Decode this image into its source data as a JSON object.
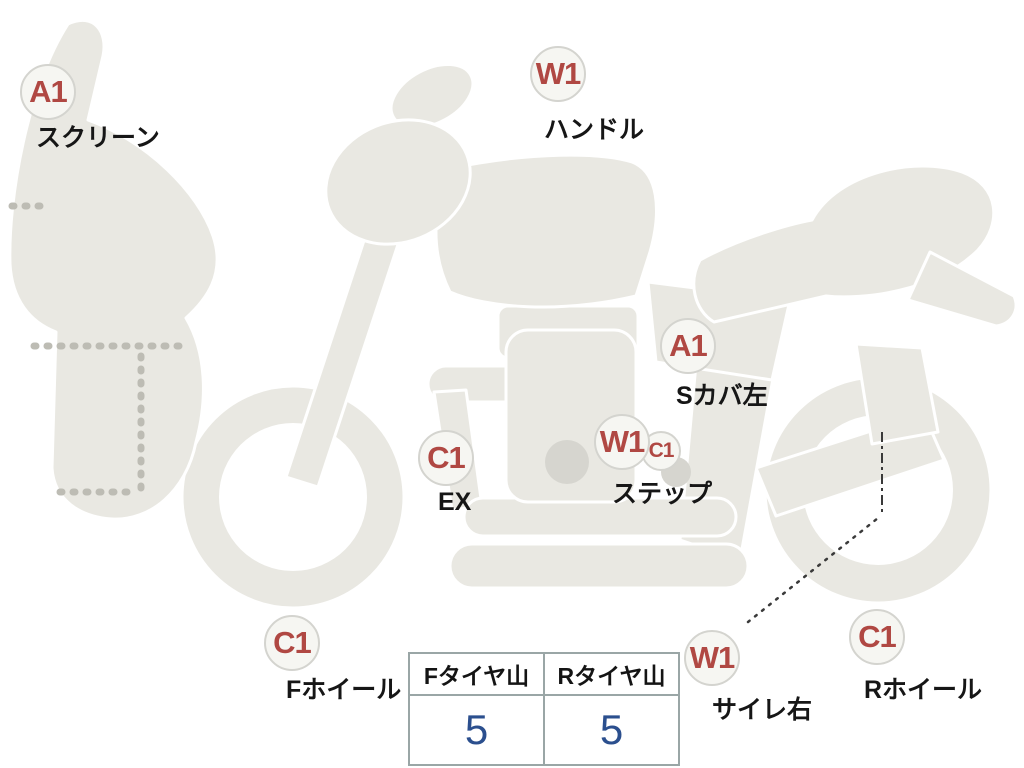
{
  "diagram": {
    "name": "motorcycle-condition-diagram"
  },
  "colors": {
    "background": "#ffffff",
    "body_fill": "#e9e8e2",
    "body_detail": "#d6d5cf",
    "marker_code_text": "#b04843",
    "marker_fill": "#f6f6f2",
    "marker_border": "#d4d4cf",
    "label_text": "#161616",
    "table_border": "#9aa6a6",
    "table_value_text": "#2b4f8e"
  },
  "markers": [
    {
      "code": "A1",
      "label": "スクリーン"
    },
    {
      "code": "W1",
      "label": "ハンドル"
    },
    {
      "code": "A1",
      "label": "Sカバ左"
    },
    {
      "code": "C1",
      "label": "EX"
    },
    {
      "code": "W1",
      "extra_code": "C1",
      "label": "ステップ"
    },
    {
      "code": "C1",
      "label": "Fホイール"
    },
    {
      "code": "W1",
      "label": "サイレ右"
    },
    {
      "code": "C1",
      "label": "Rホイール"
    }
  ],
  "tire_table": {
    "headers": [
      "Fタイヤ山",
      "Rタイヤ山"
    ],
    "values": [
      "5",
      "5"
    ]
  }
}
